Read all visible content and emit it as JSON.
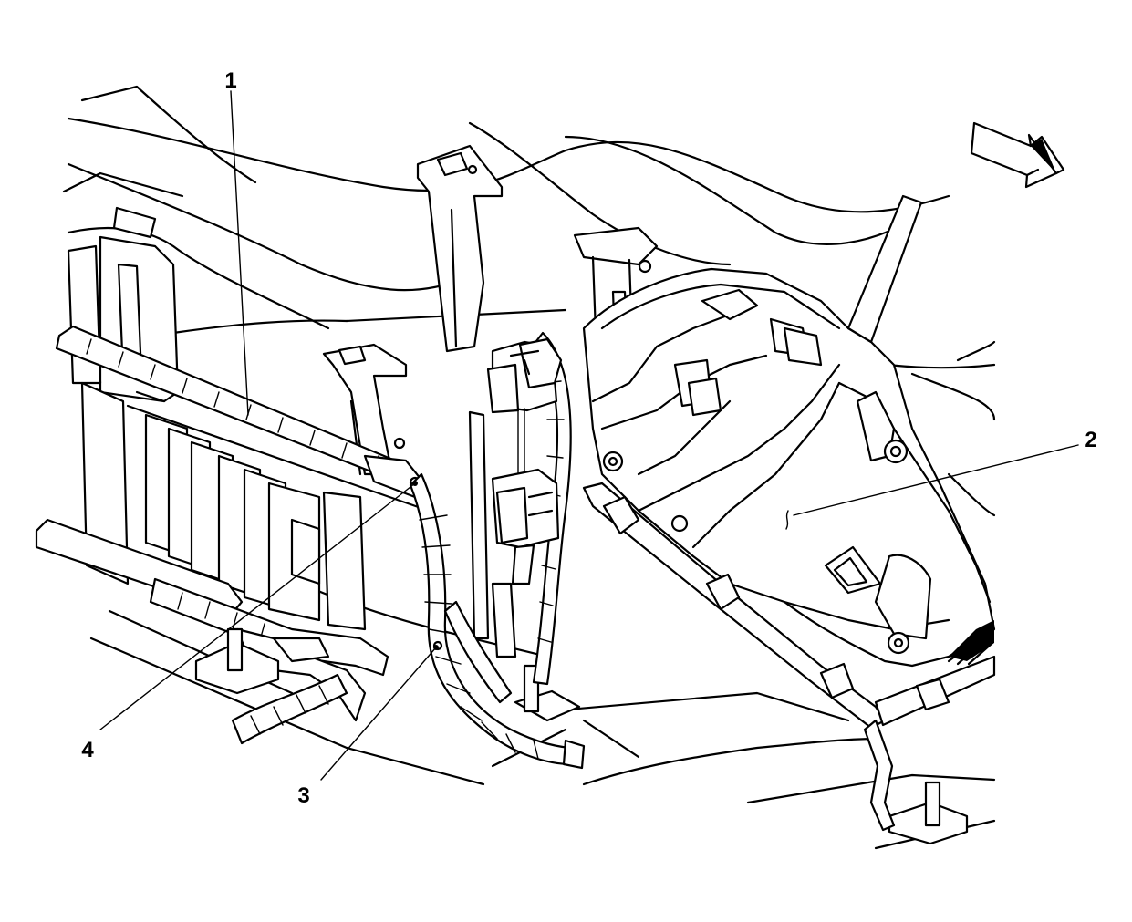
{
  "callouts": [
    {
      "id": "1",
      "text": "1"
    },
    {
      "id": "2",
      "text": "2"
    },
    {
      "id": "3",
      "text": "3"
    },
    {
      "id": "4",
      "text": "4"
    }
  ],
  "icons": {
    "direction_arrow": "forward-arrow-icon"
  },
  "colors": {
    "line": "#000000",
    "background": "#ffffff"
  }
}
